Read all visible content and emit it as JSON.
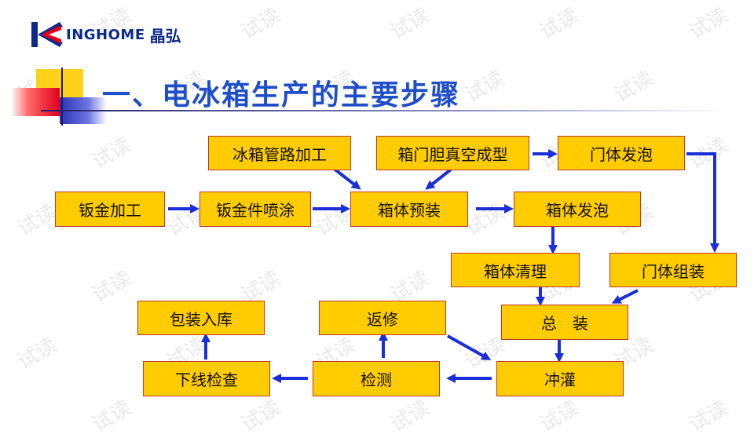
{
  "header": {
    "logo_text": "INGHOME",
    "logo_cn": "晶弘",
    "title": "一、电冰箱生产的主要步骤"
  },
  "steps": {
    "sheet_metal": "钣金加工",
    "spray": "钣金件喷涂",
    "pipe": "冰箱管路加工",
    "liner": "箱门胆真空成型",
    "door_foam": "门体发泡",
    "cabinet_assembly": "箱体预装",
    "cabinet_foam": "箱体发泡",
    "cabinet_clean": "箱体清理",
    "door_assembly": "门体组装",
    "final_assembly": "总　装",
    "charge": "冲灌",
    "inspect": "检测",
    "repair": "返修",
    "offline_check": "下线检查",
    "package": "包装入库"
  },
  "watermark": "试读",
  "colors": {
    "box": "#ffcc00",
    "box_border": "#c0392b",
    "arrow": "#1a2fd8",
    "title": "#1f4fc8"
  }
}
